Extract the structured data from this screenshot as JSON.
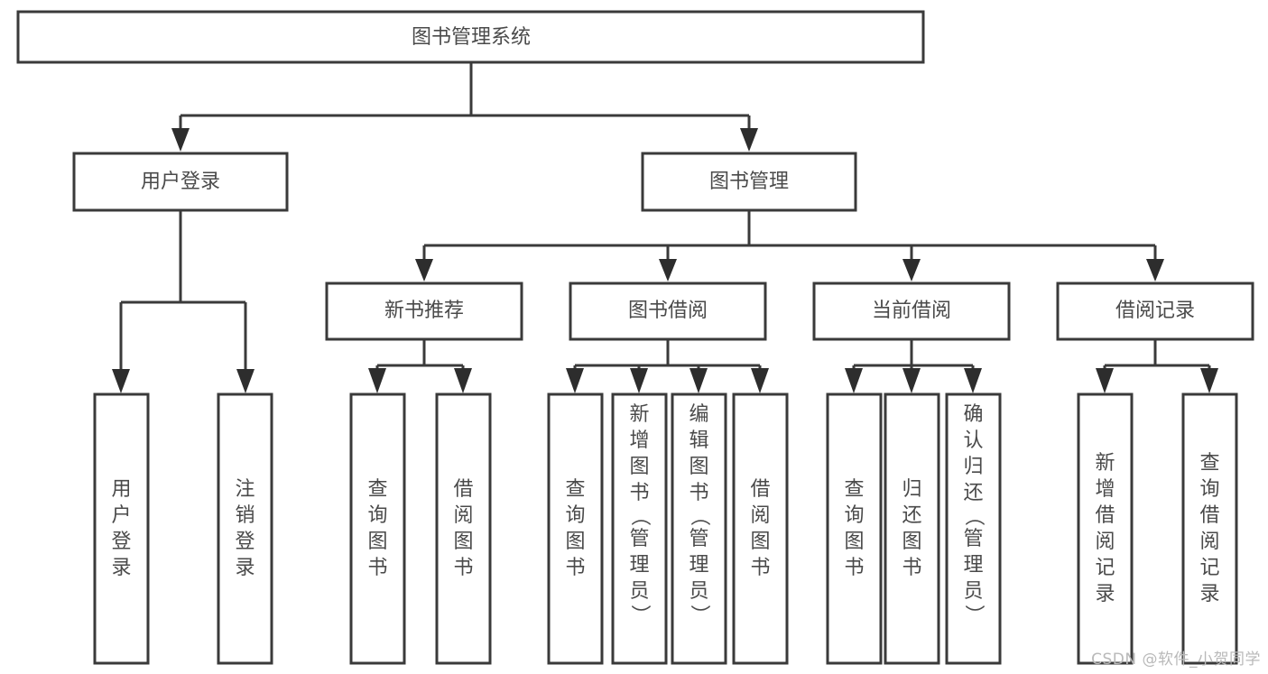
{
  "diagram": {
    "type": "tree",
    "title": "图书管理系统",
    "background_color": "#ffffff",
    "line_color": "#3a3a3a",
    "text_color": "#4a4a4a",
    "root": {
      "id": "root",
      "label": "图书管理系统",
      "orientation": "horizontal"
    },
    "level2": [
      {
        "id": "user-login",
        "label": "用户登录",
        "orientation": "horizontal"
      },
      {
        "id": "book-manage",
        "label": "图书管理",
        "orientation": "horizontal"
      }
    ],
    "level3": [
      {
        "id": "new-book-rec",
        "label": "新书推荐",
        "parent": "book-manage",
        "orientation": "horizontal"
      },
      {
        "id": "book-borrow",
        "label": "图书借阅",
        "parent": "book-manage",
        "orientation": "horizontal"
      },
      {
        "id": "current-borrow",
        "label": "当前借阅",
        "parent": "book-manage",
        "orientation": "horizontal"
      },
      {
        "id": "borrow-record",
        "label": "借阅记录",
        "parent": "book-manage",
        "orientation": "horizontal"
      }
    ],
    "leaves": [
      {
        "id": "leaf-user-login",
        "parent": "user-login",
        "orientation": "vertical",
        "chars": [
          "用",
          "户",
          "登",
          "录"
        ],
        "label": "用户登录"
      },
      {
        "id": "leaf-logout",
        "parent": "user-login",
        "orientation": "vertical",
        "chars": [
          "注",
          "销",
          "登",
          "录"
        ],
        "label": "注销登录"
      },
      {
        "id": "leaf-query-book-1",
        "parent": "new-book-rec",
        "orientation": "vertical",
        "chars": [
          "查",
          "询",
          "图",
          "书"
        ],
        "label": "查询图书"
      },
      {
        "id": "leaf-borrow-book-1",
        "parent": "new-book-rec",
        "orientation": "vertical",
        "chars": [
          "借",
          "阅",
          "图",
          "书"
        ],
        "label": "借阅图书"
      },
      {
        "id": "leaf-query-book-2",
        "parent": "book-borrow",
        "orientation": "vertical",
        "chars": [
          "查",
          "询",
          "图",
          "书"
        ],
        "label": "查询图书"
      },
      {
        "id": "leaf-add-book-admin",
        "parent": "book-borrow",
        "orientation": "vertical",
        "chars": [
          "新",
          "增",
          "图",
          "书",
          "（",
          "管",
          "理",
          "员",
          "）"
        ],
        "label": "新增图书（管理员）"
      },
      {
        "id": "leaf-edit-book-admin",
        "parent": "book-borrow",
        "orientation": "vertical",
        "chars": [
          "编",
          "辑",
          "图",
          "书",
          "（",
          "管",
          "理",
          "员",
          "）"
        ],
        "label": "编辑图书（管理员）"
      },
      {
        "id": "leaf-borrow-book-2",
        "parent": "book-borrow",
        "orientation": "vertical",
        "chars": [
          "借",
          "阅",
          "图",
          "书"
        ],
        "label": "借阅图书"
      },
      {
        "id": "leaf-query-book-3",
        "parent": "current-borrow",
        "orientation": "vertical",
        "chars": [
          "查",
          "询",
          "图",
          "书"
        ],
        "label": "查询图书"
      },
      {
        "id": "leaf-return-book",
        "parent": "current-borrow",
        "orientation": "vertical",
        "chars": [
          "归",
          "还",
          "图",
          "书"
        ],
        "label": "归还图书"
      },
      {
        "id": "leaf-confirm-return-admin",
        "parent": "current-borrow",
        "orientation": "vertical",
        "chars": [
          "确",
          "认",
          "归",
          "还",
          "（",
          "管",
          "理",
          "员",
          "）"
        ],
        "label": "确认归还（管理员）"
      },
      {
        "id": "leaf-add-borrow-record",
        "parent": "borrow-record",
        "orientation": "vertical",
        "chars": [
          "新",
          "增",
          "借",
          "阅",
          "记",
          "录"
        ],
        "label": "新增借阅记录"
      },
      {
        "id": "leaf-query-borrow-record",
        "parent": "borrow-record",
        "orientation": "vertical",
        "chars": [
          "查",
          "询",
          "借",
          "阅",
          "记",
          "录"
        ],
        "label": "查询借阅记录"
      }
    ]
  },
  "watermark": {
    "text": "CSDN @软件_小贺同学"
  }
}
